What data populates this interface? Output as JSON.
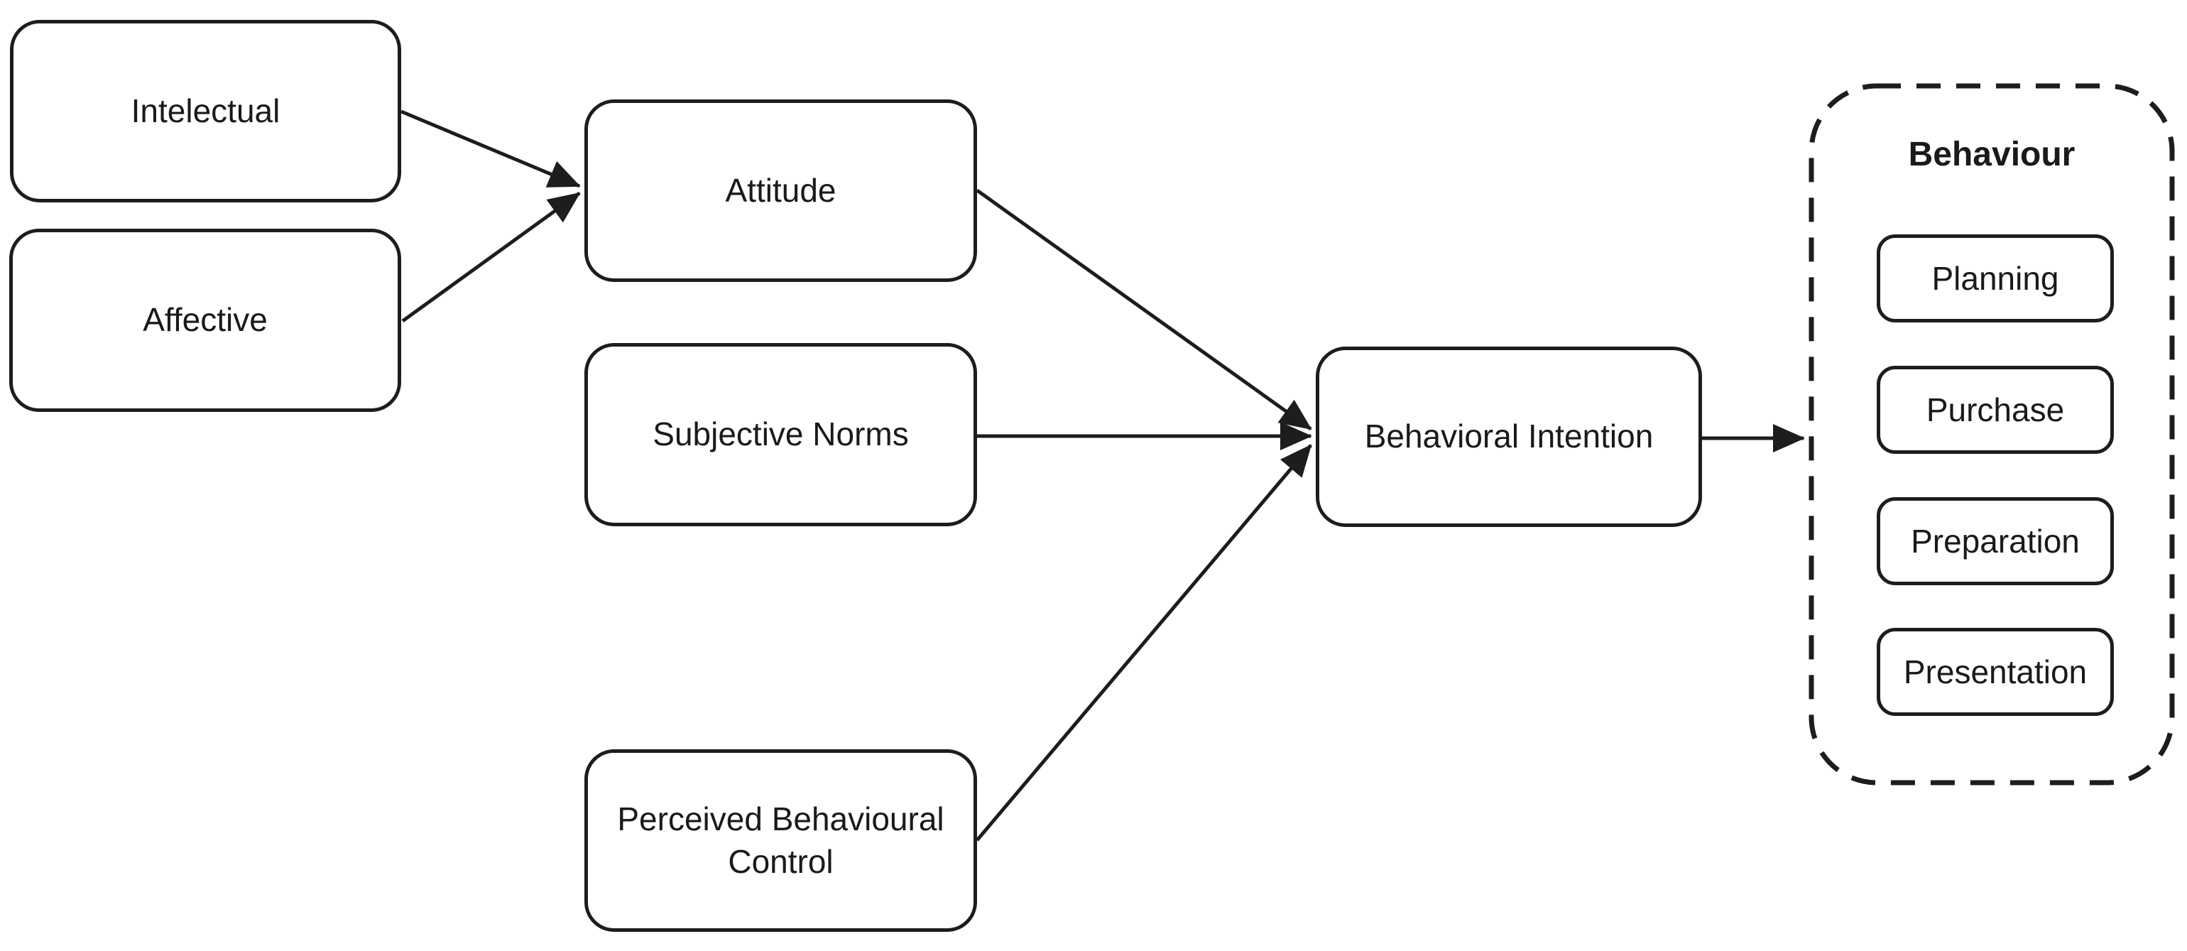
{
  "diagram": {
    "background": "#ffffff",
    "stroke_color": "#1d1d1d",
    "text_color": "#1a1a1a",
    "nodes": {
      "intelectual": {
        "label": "Intelectual"
      },
      "affective": {
        "label": "Affective"
      },
      "attitude": {
        "label": "Attitude"
      },
      "subjective_norms": {
        "label": "Subjective Norms"
      },
      "perceived_behavioural_control": {
        "label": "Perceived Behavioural Control"
      },
      "behavioral_intention": {
        "label": "Behavioral Intention"
      }
    },
    "behaviour_group": {
      "title": "Behaviour",
      "items": [
        "Planning",
        "Purchase",
        "Preparation",
        "Presentation"
      ]
    },
    "edges": [
      {
        "from": "Intelectual",
        "to": "Attitude"
      },
      {
        "from": "Affective",
        "to": "Attitude"
      },
      {
        "from": "Attitude",
        "to": "Behavioral Intention"
      },
      {
        "from": "Subjective Norms",
        "to": "Behavioral Intention"
      },
      {
        "from": "Perceived Behavioural Control",
        "to": "Behavioral Intention"
      },
      {
        "from": "Behavioral Intention",
        "to": "Behaviour"
      }
    ]
  }
}
